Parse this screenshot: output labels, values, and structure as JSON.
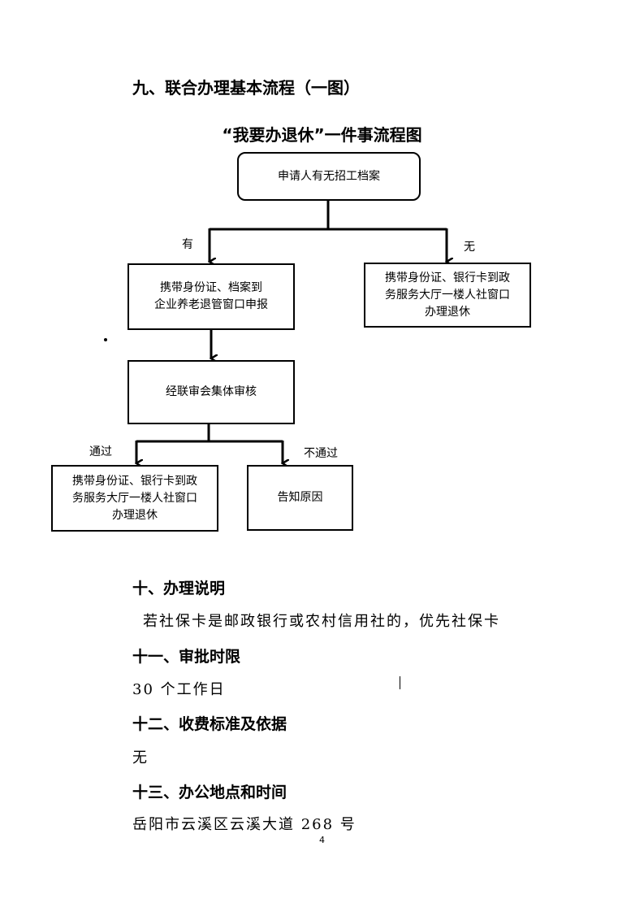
{
  "section9": {
    "heading": "九、联合办理基本流程（一图）"
  },
  "flowchart": {
    "title": "“我要办退休”一件事流程图",
    "start": "申请人有无招工档案",
    "branch_yes_label": "有",
    "branch_no_label": "无",
    "yes_step": [
      "携带身份证、档案到",
      "企业养老退管窗口申报"
    ],
    "no_step": [
      "携带身份证、银行卡到政",
      "务服务大厅一楼人社窗口",
      "办理退休"
    ],
    "review": "经联审会集体审核",
    "pass_label": "通过",
    "fail_label": "不通过",
    "pass_step": [
      "携带身份证、银行卡到政",
      "务服务大厅一楼人社窗口",
      "办理退休"
    ],
    "fail_step": "告知原因"
  },
  "section10": {
    "heading": "十、办理说明",
    "text": "若社保卡是邮政银行或农村信用社的，优先社保卡"
  },
  "section11": {
    "heading": "十一、审批时限",
    "text": "30 个工作日"
  },
  "section12": {
    "heading": "十二、收费标准及依据",
    "text": "无"
  },
  "section13": {
    "heading": "十三、办公地点和时间",
    "text": "岳阳市云溪区云溪大道 268 号"
  },
  "page_number": "4"
}
